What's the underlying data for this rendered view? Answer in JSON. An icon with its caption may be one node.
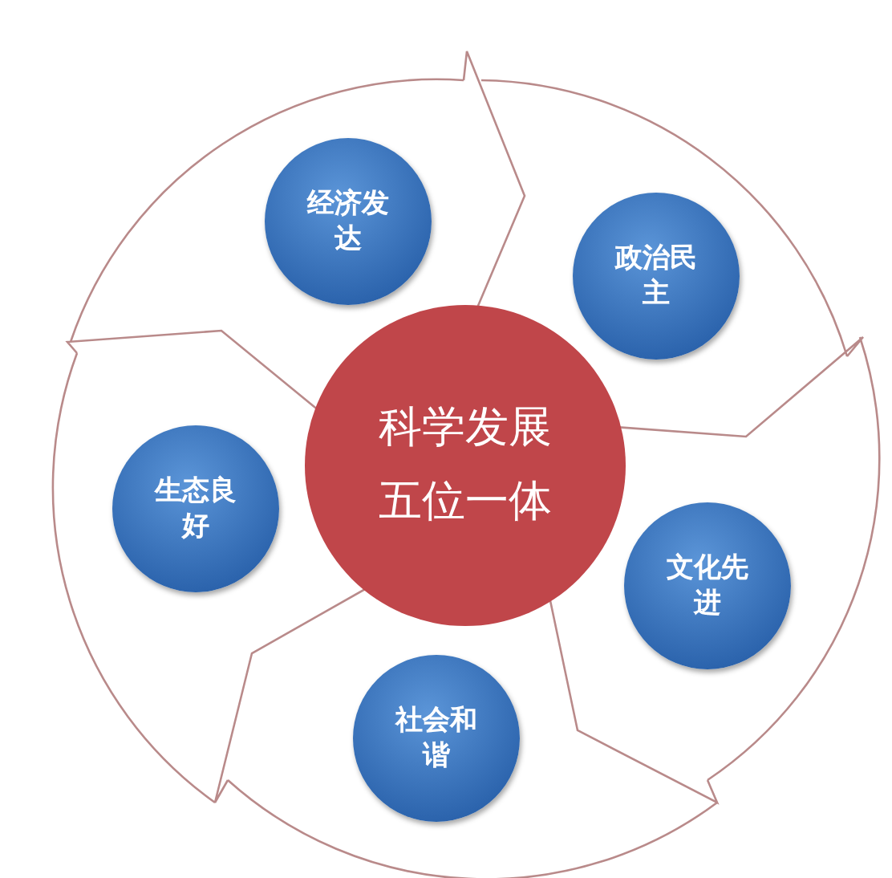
{
  "diagram": {
    "nodes": [
      {
        "text": [
          "科学发展",
          "五位一体"
        ]
      },
      {
        "text": [
          "经济发达"
        ]
      },
      {
        "text": [
          "政治民主"
        ]
      },
      {
        "text": [
          "生态良好"
        ]
      },
      {
        "text": [
          "文化先进"
        ]
      },
      {
        "text": [
          "社会和谐"
        ]
      }
    ]
  }
}
